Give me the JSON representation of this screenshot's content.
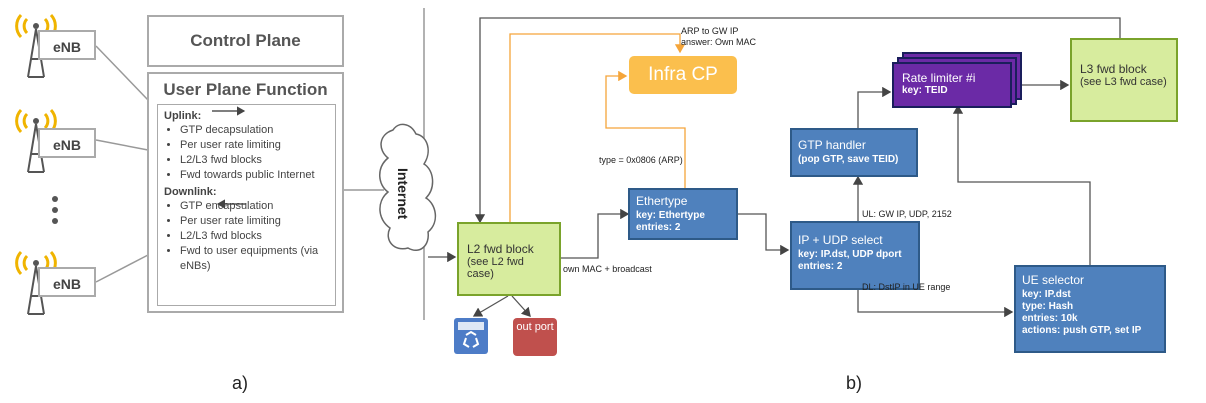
{
  "panel_a": {
    "enb_label": "eNB",
    "control_plane": "Control Plane",
    "upf_title": "User Plane Function",
    "uplink_header": "Uplink:",
    "uplink_items": [
      "GTP decapsulation",
      "Per user rate limiting",
      "L2/L3 fwd blocks",
      "Fwd towards public Internet"
    ],
    "downlink_header": "Downlink:",
    "downlink_items": [
      "GTP encapsulation",
      "Per user rate limiting",
      "L2/L3 fwd blocks",
      "Fwd to user equipments (via eNBs)"
    ],
    "ellipsis": "...",
    "internet": "Internet",
    "label": "a)"
  },
  "panel_b": {
    "l2_fwd": {
      "title": "L2 fwd block",
      "sub": "(see L2 fwd case)"
    },
    "l3_fwd": {
      "title": "L3 fwd block",
      "sub": "(see L3 fwd case)"
    },
    "infra_cp": "Infra CP",
    "ethertype": {
      "title": "Ethertype",
      "lines": [
        "key: Ethertype",
        "entries: 2"
      ]
    },
    "ip_udp": {
      "title": "IP + UDP select",
      "lines": [
        "key: IP.dst, UDP dport",
        "entries: 2"
      ]
    },
    "gtp": {
      "title": "GTP handler",
      "lines": [
        "(pop GTP, save TEID)"
      ]
    },
    "rate": {
      "title": "Rate limiter #i",
      "lines": [
        "key: TEID"
      ]
    },
    "ue": {
      "title": "UE selector",
      "lines": [
        "key: IP.dst",
        "type: Hash",
        "entries: 10k",
        "actions: push GTP, set IP"
      ]
    },
    "out_port": "out port",
    "edges": {
      "arp_to_gw": "ARP to GW IP",
      "answer_own_mac": "answer: Own MAC",
      "type_arp": "type = 0x0806 (ARP)",
      "own_mac": "own MAC + broadcast",
      "ul": "UL: GW IP, UDP, 2152",
      "dl": "DL: DstIP in UE range"
    },
    "label": "b)"
  },
  "colors": {
    "blue": "#4f81bd",
    "green": "#d7ec9e",
    "orange": "#fbbf4d",
    "purple": "#6b2aa6",
    "red": "#c0504d"
  }
}
